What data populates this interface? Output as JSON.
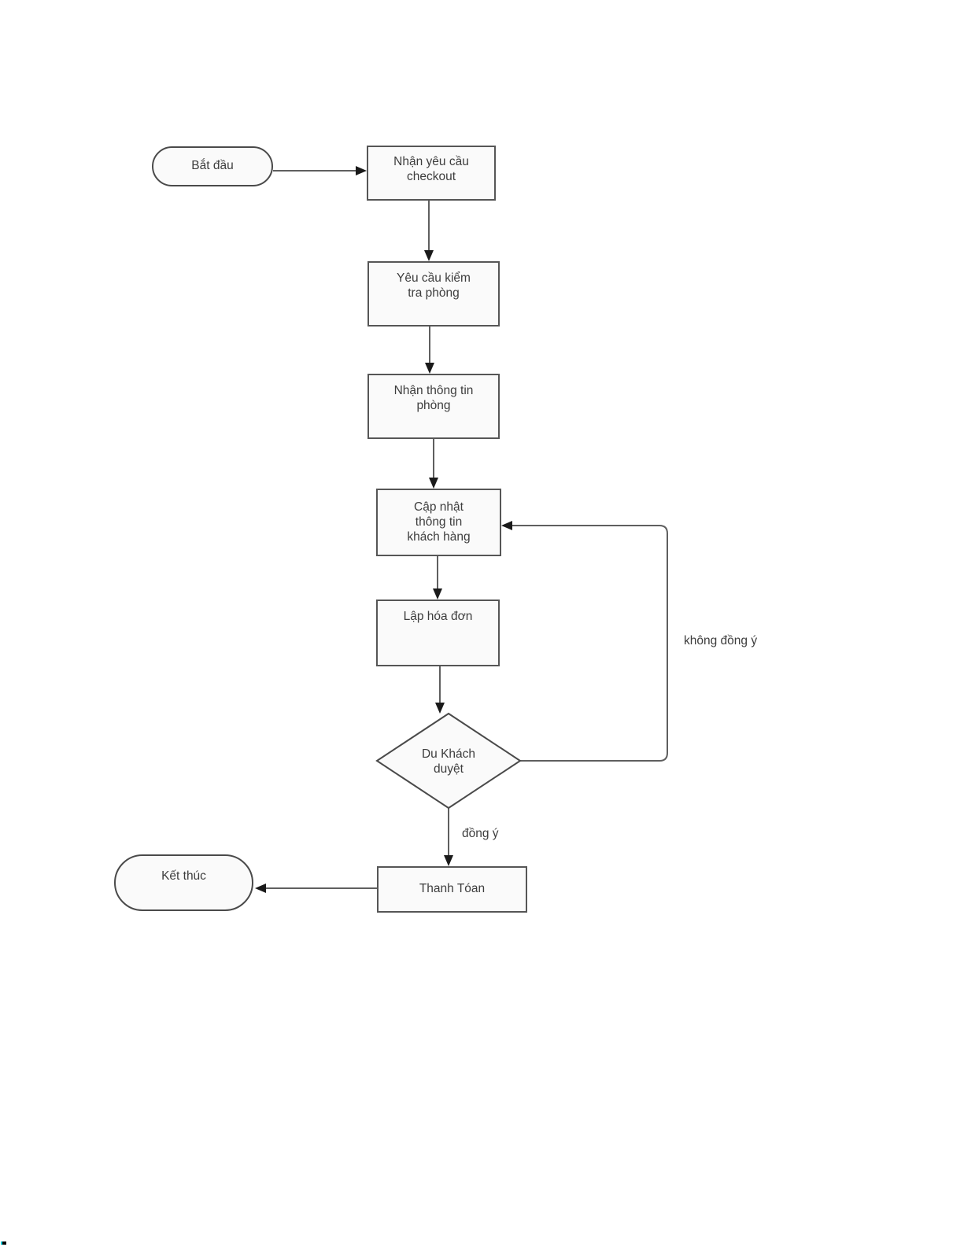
{
  "diagram": {
    "nodes": {
      "start": {
        "type": "terminator",
        "lines": [
          "Bắt đầu"
        ]
      },
      "receive_checkout": {
        "type": "process",
        "lines": [
          "Nhận yêu cầu",
          "checkout"
        ]
      },
      "request_room_check": {
        "type": "process",
        "lines": [
          "Yêu cầu kiểm",
          "tra phòng"
        ]
      },
      "receive_room_info": {
        "type": "process",
        "lines": [
          "Nhận thông tin",
          "phòng"
        ]
      },
      "update_customer_info": {
        "type": "process",
        "lines": [
          "Cập nhật",
          "thông tin",
          "khách hàng"
        ]
      },
      "create_invoice": {
        "type": "process",
        "lines": [
          "Lập hóa đơn"
        ]
      },
      "guest_review": {
        "type": "decision",
        "lines": [
          "Du Khách",
          "duyệt"
        ]
      },
      "payment": {
        "type": "process",
        "lines": [
          "Thanh Tóan"
        ]
      },
      "end": {
        "type": "terminator",
        "lines": [
          "Kết thúc"
        ]
      }
    },
    "edge_labels": {
      "agree": "đồng ý",
      "disagree": "không đồng ý"
    },
    "colors": {
      "background": "#ffffff",
      "line": "#5f5f5f",
      "arrowhead": "#1a1a1a",
      "node_border": "#565656",
      "node_fill": "#fafafa",
      "text": "#3d3d3d"
    }
  }
}
